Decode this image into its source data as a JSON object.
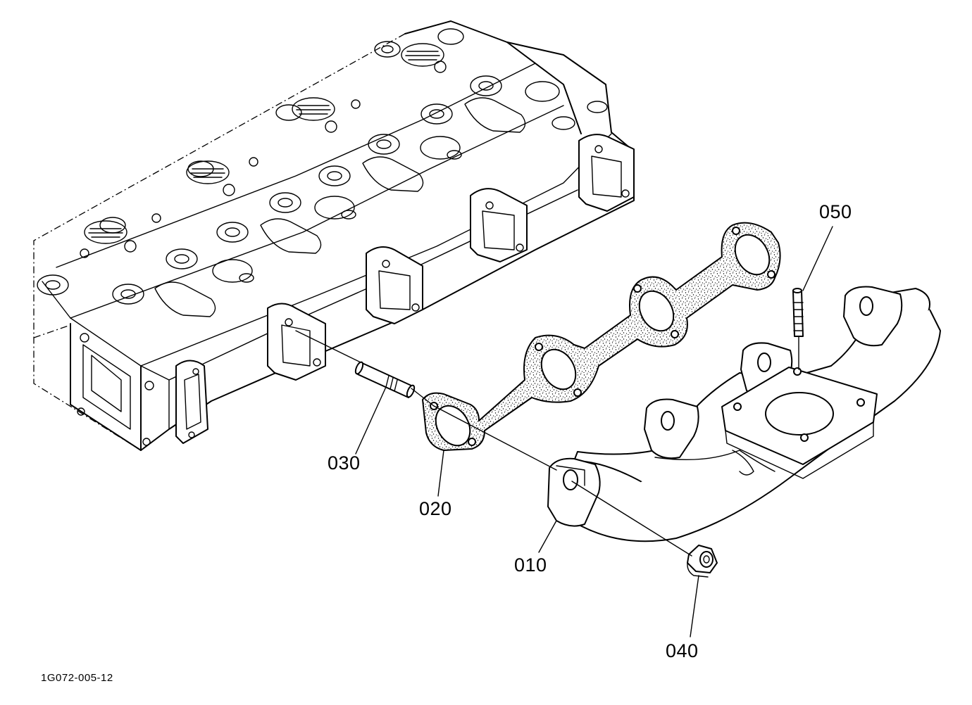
{
  "callouts": {
    "c010": "010",
    "c020": "020",
    "c030": "030",
    "c040": "040",
    "c050": "050"
  },
  "figure_code": "1G072-005-12"
}
